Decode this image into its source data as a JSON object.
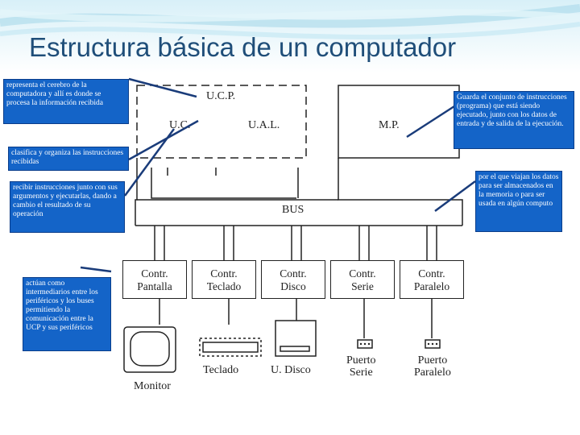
{
  "slide": {
    "title": "Estructura básica de un computador"
  },
  "diagram": {
    "ucp_label": "U.C.P.",
    "uc_label": "U.C.",
    "ual_label": "U.A.L.",
    "mp_label": "M.P.",
    "bus_label": "BUS",
    "controllers": [
      {
        "line1": "Contr.",
        "line2": "Pantalla"
      },
      {
        "line1": "Contr.",
        "line2": "Teclado"
      },
      {
        "line1": "Contr.",
        "line2": "Disco"
      },
      {
        "line1": "Contr.",
        "line2": "Serie"
      },
      {
        "line1": "Contr.",
        "line2": "Paralelo"
      }
    ],
    "devices": {
      "monitor": "Monitor",
      "teclado": "Teclado",
      "disco": "U. Disco",
      "serie_line1": "Puerto",
      "serie_line2": "Serie",
      "paralelo_line1": "Puerto",
      "paralelo_line2": "Paralelo"
    }
  },
  "notes": {
    "ucp": "representa el cerebro de la computadora y allí es donde se procesa la información recibida",
    "uc": "clasifica y organiza las instrucciones recibidas",
    "ual": "recibir instrucciones junto con sus argumentos y ejecutarlas, dando a cambio el resultado de su operación",
    "controllers": "actúan como intermediarios entre los periféricos y los buses permitiendo la comunicación entre la UCP y sus periféricos",
    "mp": "Guarda el conjunto de instrucciones (programa) que está siendo ejecutado, junto con los datos de entrada y de salida de la ejecución.",
    "bus": "por el que viajan los datos para ser almacenados en la memoria o para ser usada en algún computo"
  },
  "colors": {
    "note_bg": "#1464c8",
    "title": "#1f4e79",
    "banner": "#bfe3f2"
  }
}
